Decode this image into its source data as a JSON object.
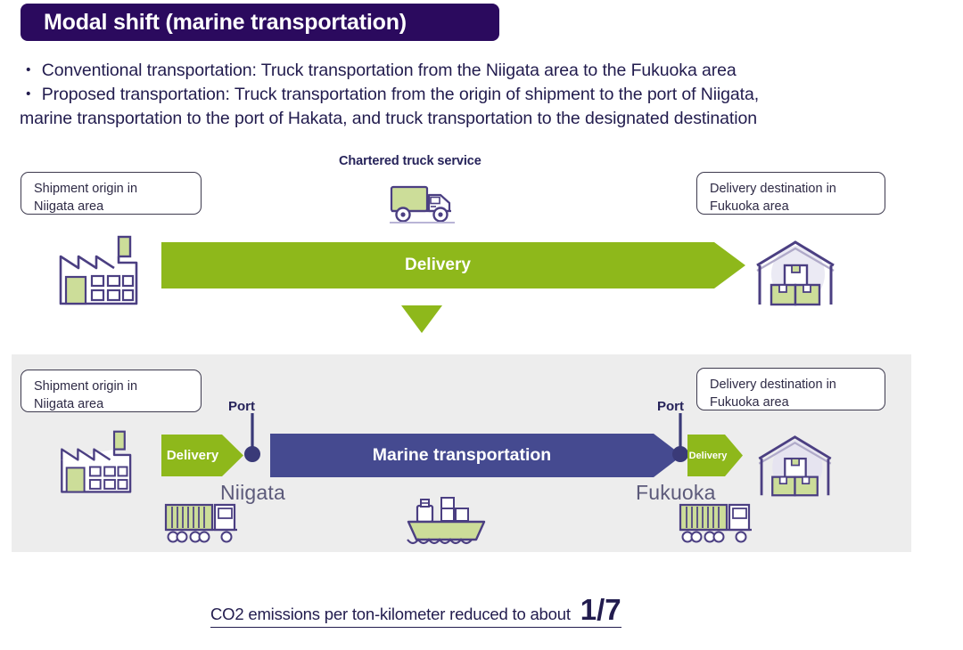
{
  "title": {
    "text": "Modal shift (marine transportation)",
    "banner_color": "#2b0a5e"
  },
  "description": {
    "line1": "・ Conventional transportation: Truck transportation from the Niigata area to the Fukuoka area",
    "line2": "・ Proposed transportation: Truck transportation from the origin of shipment to the port of Niigata,",
    "line3": "marine transportation to the port of Hakata, and truck transportation to the designated destination"
  },
  "conventional": {
    "mode_label": "Chartered truck service",
    "origin_callout": "Shipment origin in\nNiigata area",
    "destination_callout": "Delivery destination in\nFukuoka area",
    "bar_label": "Delivery",
    "bar_color": "#8eb81b",
    "icons": {
      "truck": "truck-icon",
      "factory": "factory-icon",
      "warehouse": "warehouse-icon",
      "down_arrow": "down-arrow-icon"
    }
  },
  "proposed": {
    "panel_color": "#ededed",
    "origin_callout": "Shipment origin in\nNiigata area",
    "destination_callout": "Delivery destination in\nFukuoka area",
    "leg_first_label": "Delivery",
    "leg_main_label": "Marine transportation",
    "leg_last_label": "Delivery",
    "marine_color": "#454a90",
    "green_color": "#8eb81b",
    "port_left_label": "Port",
    "port_right_label": "Port",
    "city_left": "Niigata",
    "city_right": "Fukuoka",
    "icons": {
      "factory": "factory-icon",
      "warehouse": "warehouse-icon",
      "container_truck_left": "container-truck-icon",
      "container_truck_right": "container-truck-icon",
      "ship": "container-ship-icon",
      "port_marker_left": "port-pin-icon",
      "port_marker_right": "port-pin-icon"
    }
  },
  "footer": {
    "text": "CO2 emissions per ton-kilometer reduced to about",
    "fraction": "1/7"
  },
  "colors": {
    "ink": "#221c4e",
    "green": "#8eb81b",
    "marine": "#454a90",
    "panel_gray": "#ededed",
    "icon_fill": "#ccdd99",
    "icon_stroke": "#4b3f82"
  }
}
